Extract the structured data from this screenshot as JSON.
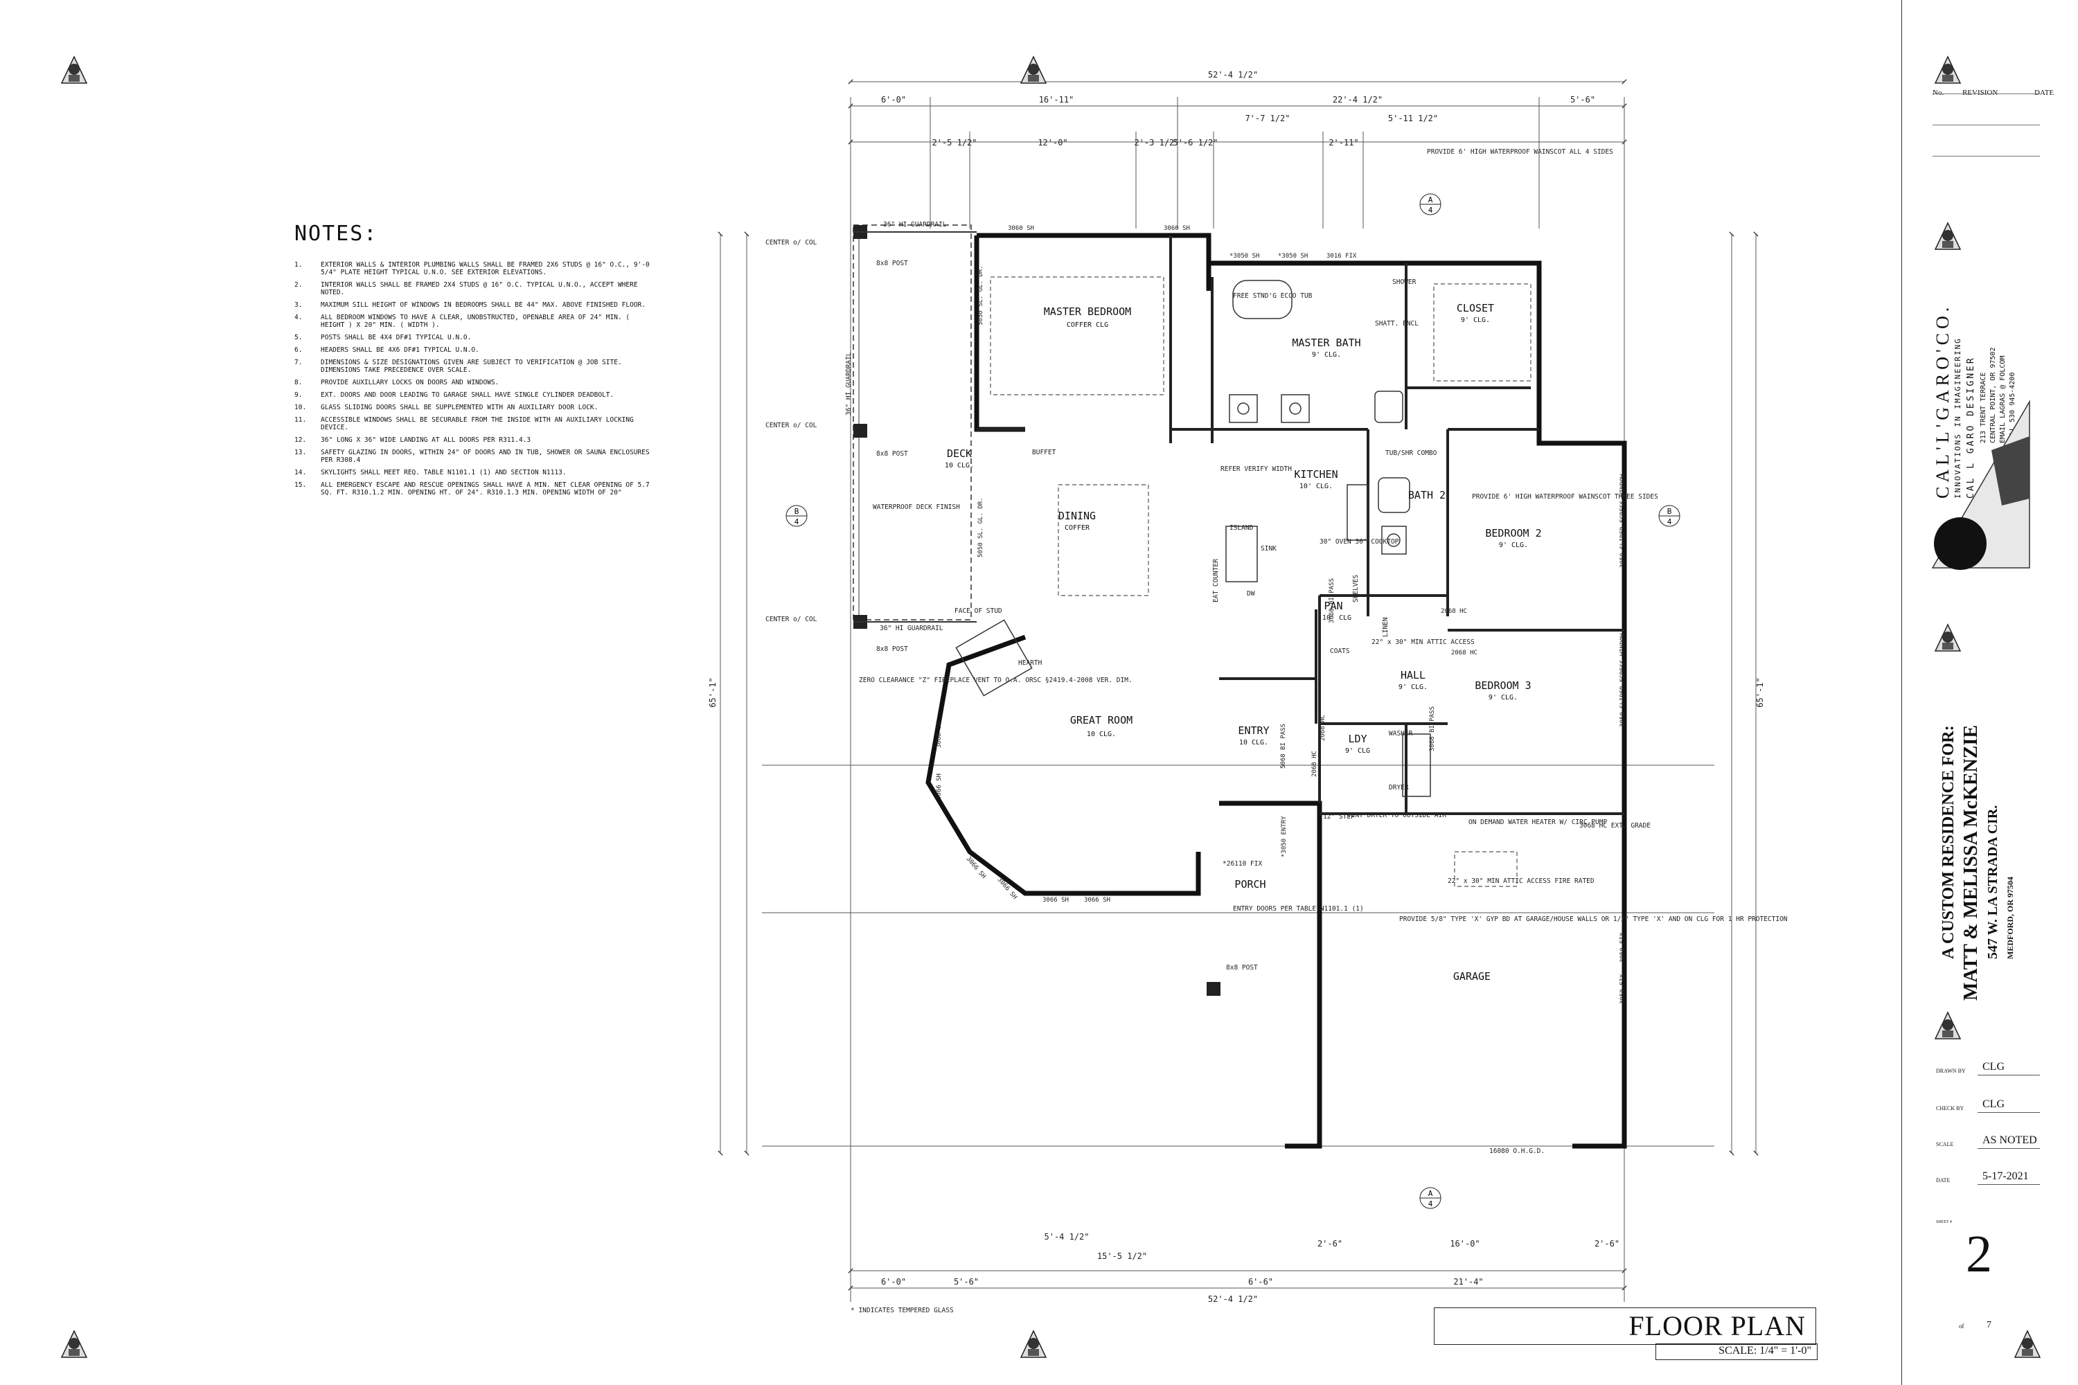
{
  "notes": {
    "heading": "NOTES:",
    "items": [
      {
        "n": "1.",
        "t": "EXTERIOR WALLS & INTERIOR PLUMBING WALLS SHALL BE FRAMED 2x6 STUDS @ 16\" O.C., 9'-0 5/4\" PLATE HEIGHT TYPICAL U.N.O. SEE EXTERIOR ELEVATIONS."
      },
      {
        "n": "2.",
        "t": "INTERIOR WALLS SHALL BE FRAMED 2x4 STUDS @ 16\" O.C. TYPICAL U.N.O., ACCEPT WHERE NOTED."
      },
      {
        "n": "3.",
        "t": "MAXIMUM SILL HEIGHT OF WINDOWS IN BEDROOMS SHALL BE 44\" MAX. ABOVE FINISHED FLOOR."
      },
      {
        "n": "4.",
        "t": "ALL BEDROOM WINDOWS TO HAVE A CLEAR, UNOBSTRUCTED, OPENABLE AREA OF 24\" MIN. ( height ) x 20\" MIN. ( width )."
      },
      {
        "n": "5.",
        "t": "POSTS SHALL BE 4x4 DF#1 TYPICAL U.N.O."
      },
      {
        "n": "6.",
        "t": "HEADERS SHALL BE 4x6 DF#1 TYPICAL U.N.O."
      },
      {
        "n": "7.",
        "t": "DIMENSIONS & SIZE DESIGNATIONS GIVEN ARE SUBJECT TO VERIFICATION @ JOB SITE. DIMENSIONS TAKE PRECEDENCE OVER SCALE."
      },
      {
        "n": "8.",
        "t": "PROVIDE AUXILLARY LOCKS ON DOORS AND WINDOWS."
      },
      {
        "n": "9.",
        "t": "EXT. DOORS AND DOOR LEADING TO GARAGE SHALL HAVE SINGLE CYLINDER DEADBOLT."
      },
      {
        "n": "10.",
        "t": "GLASS SLIDING DOORS SHALL BE SUPPLEMENTED WITH AN AUXILIARY DOOR LOCK."
      },
      {
        "n": "11.",
        "t": "ACCESSIBLE WINDOWS SHALL BE SECURABLE FROM THE INSIDE WITH AN AUXILIARY LOCKING DEVICE."
      },
      {
        "n": "12.",
        "t": "36\" LONG x 36\" WIDE LANDING AT ALL DOORS PER R311.4.3"
      },
      {
        "n": "13.",
        "t": "SAFETY GLAZING IN DOORS, WITHIN 24\" OF DOORS AND IN TUB, SHOWER OR SAUNA ENCLOSURES PER R308.4"
      },
      {
        "n": "14.",
        "t": "SKYLIGHTS SHALL MEET REQ. TABLE N1101.1 (1) AND SECTION N1113."
      },
      {
        "n": "15.",
        "t": "ALL EMERGENCY ESCAPE AND RESCUE OPENINGS SHALL HAVE A MIN. NET CLEAR OPENING OF 5.7 SQ. FT. R310.1.2 MIN. OPENING HT. OF 24\". R310.1.3 MIN. OPENING WIDTH OF 20\""
      }
    ]
  },
  "plan": {
    "overall_top": "52'-4 1/2\"",
    "overall_bottom": "52'-4 1/2\"",
    "top_dims": [
      "6'-0\"",
      "16'-11\"",
      "22'-4 1/2\"",
      "5'-6\""
    ],
    "top_dims_2": [
      "2'-5 1/2\"",
      "12'-0\"",
      "2'-3 1/2\"",
      "5'-6 1/2\"",
      "7'-7 1/2\"",
      "2'-11\"",
      "5'-11 1/2\""
    ],
    "bottom_dims": [
      "6'-0\"",
      "5'-6\"",
      "15'-5 1/2\"",
      "6'-6\"",
      "2'-6\"",
      "16'-0\"",
      "2'-6\""
    ],
    "bottom_dims_2": [
      "5'-4 1/2\"",
      "21'-4\""
    ],
    "left_overall": "65'-1\"",
    "right_overall": "65'-1\"",
    "rooms": [
      {
        "name": "MASTER BEDROOM",
        "sub": "COFFER CLG"
      },
      {
        "name": "MASTER BATH",
        "sub": "9' CLG."
      },
      {
        "name": "CLOSET",
        "sub": "9' CLG."
      },
      {
        "name": "DECK",
        "sub": "10 CLG."
      },
      {
        "name": "DINING",
        "sub": "COFFER"
      },
      {
        "name": "KITCHEN",
        "sub": "10' CLG."
      },
      {
        "name": "BATH 2",
        "sub": ""
      },
      {
        "name": "BEDROOM 2",
        "sub": "9' CLG."
      },
      {
        "name": "PAN",
        "sub": "10' CLG"
      },
      {
        "name": "HALL",
        "sub": "9' CLG."
      },
      {
        "name": "BEDROOM 3",
        "sub": "9' CLG."
      },
      {
        "name": "GREAT ROOM",
        "sub": "10 CLG."
      },
      {
        "name": "ENTRY",
        "sub": "10 CLG."
      },
      {
        "name": "LDY",
        "sub": "9' CLG"
      },
      {
        "name": "PORCH",
        "sub": ""
      },
      {
        "name": "GARAGE",
        "sub": ""
      }
    ],
    "callouts": {
      "guardrail_top": "36\" HI GUARDRAIL",
      "guardrail_left": "36\" HI GUARDRAIL",
      "guardrail_bottom": "36\" HI GUARDRAIL",
      "center_col_1": "CENTER o/ COL",
      "center_col_2": "CENTER o/ COL",
      "center_col_3": "CENTER o/ COL",
      "post_1": "8x8 POST",
      "post_2": "8x8 POST",
      "post_3": "8x8 POST",
      "post_4": "8x8 POST",
      "deck_finish": "WATERPROOF DECK FINISH",
      "wainscot_1": "PROVIDE 6' HIGH WATERPROOF WAINSCOT ALL 4 SIDES",
      "wainscot_2": "PROVIDE 6' HIGH WATERPROOF WAINSCOT THREE SIDES",
      "tub": "FREE STND'G ECCO TUB",
      "shower": "SHOWER",
      "shower_encl": "SHATT. ENCL",
      "tub_combo": "TUB/SHR COMBO",
      "refer": "REFER VERIFY WIDTH",
      "island": "ISLAND",
      "sink": "SINK",
      "eat_counter": "EAT COUNTER",
      "buffet": "BUFFET",
      "oven": "30\" OVEN 30\" COOKTOP",
      "dw": "DW",
      "fireplace": "ZERO CLEARANCE \"Z\" FIREPLACE VENT TO O.A. ORSC §2419.4-2008 VER. DIM.",
      "face_of_stud": "FACE OF STUD",
      "hearth": "HEARTH",
      "attic_1": "22\" x 30\" MIN ATTIC ACCESS",
      "attic_2": "22\" x 30\" MIN ATTIC ACCESS FIRE RATED",
      "coats": "COATS",
      "linen": "LINEN",
      "shelves": "SHELVES",
      "washer": "WASHER",
      "dryer": "DRYER",
      "vent_dryer": "VENT DRYER TO OUTSIDE AIR",
      "step": "12\" STEP",
      "water_heater": "ON DEMAND WATER HEATER W/ CIRC PUMP",
      "ext_grade": "3068 HC EXT. GRADE",
      "garage_note": "PROVIDE 5/8\" TYPE 'X' GYP BD AT GARAGE/HOUSE WALLS OR 1/2\" TYPE 'X' AND ON CLG FOR 1 HR PROTECTION",
      "entry_doors": "ENTRY DOORS PER TABLE N1101.1 (1)",
      "fix_26110": "*26110 FIX",
      "ohgd": "16080 O.H.G.D.",
      "tempered": "* INDICATES TEMPERED GLASS"
    },
    "window_tags": [
      "3060 SH",
      "3060 SH",
      "*3050 SH",
      "*3050 SH",
      "3016 FIX",
      "3066 SH",
      "3066 SH",
      "3066 SH",
      "3066 SH",
      "3066 SH",
      "3066 SH",
      "3050 SLIDER EGRESS WINDOW",
      "3050 SLIDER EGRESS WINDOW",
      "3050 FIX",
      "3050 FIX",
      "5050 SL. GL. DR.",
      "5050 SL. GL. DR.",
      "2068 HC",
      "2068 HC",
      "2068 HC",
      "2068 HC",
      "3068 BI PASS",
      "5068 BI PASS",
      "3068 BI PASS",
      "*3050 ENTRY"
    ],
    "section_marks": [
      {
        "letter": "A",
        "num": "4"
      },
      {
        "letter": "A",
        "num": "4"
      },
      {
        "letter": "B",
        "num": "4"
      },
      {
        "letter": "B",
        "num": "4"
      }
    ]
  },
  "titleblock": {
    "revision_headers": [
      "No.",
      "REVISION",
      "DATE"
    ],
    "company": "CAL'L'GARO'CO.",
    "tagline": "INNOVATIONS IN IMAGINEERING",
    "designer": "CAL L GARO  DESIGNER",
    "address1": "213 TRENT TERRACE",
    "address2": "CENTRAL POINT, OR 97502",
    "email": "EMAIL LAGRAS @ FOLCOM",
    "cell": "CELL 530 945-4200",
    "project_line1": "A CUSTOM RESIDENCE FOR:",
    "project_line2": "MATT & MELISSA McKENZIE",
    "project_line3": "547 W. LA STRADA CIR.",
    "project_line4": "MEDFORD, OR 97504",
    "drawn_by_label": "DRAWN BY",
    "drawn_by": "CLG",
    "check_by_label": "CHECK BY",
    "check_by": "CLG",
    "scale_label": "SCALE",
    "scale": "AS NOTED",
    "date_label": "DATE",
    "date": "5-17-2021",
    "sheet_label": "SHEET #",
    "sheet": "2",
    "of_label": "of",
    "of_total": "7"
  },
  "title": {
    "name": "FLOOR PLAN",
    "scale": "SCALE: 1/4\" = 1'-0\""
  }
}
